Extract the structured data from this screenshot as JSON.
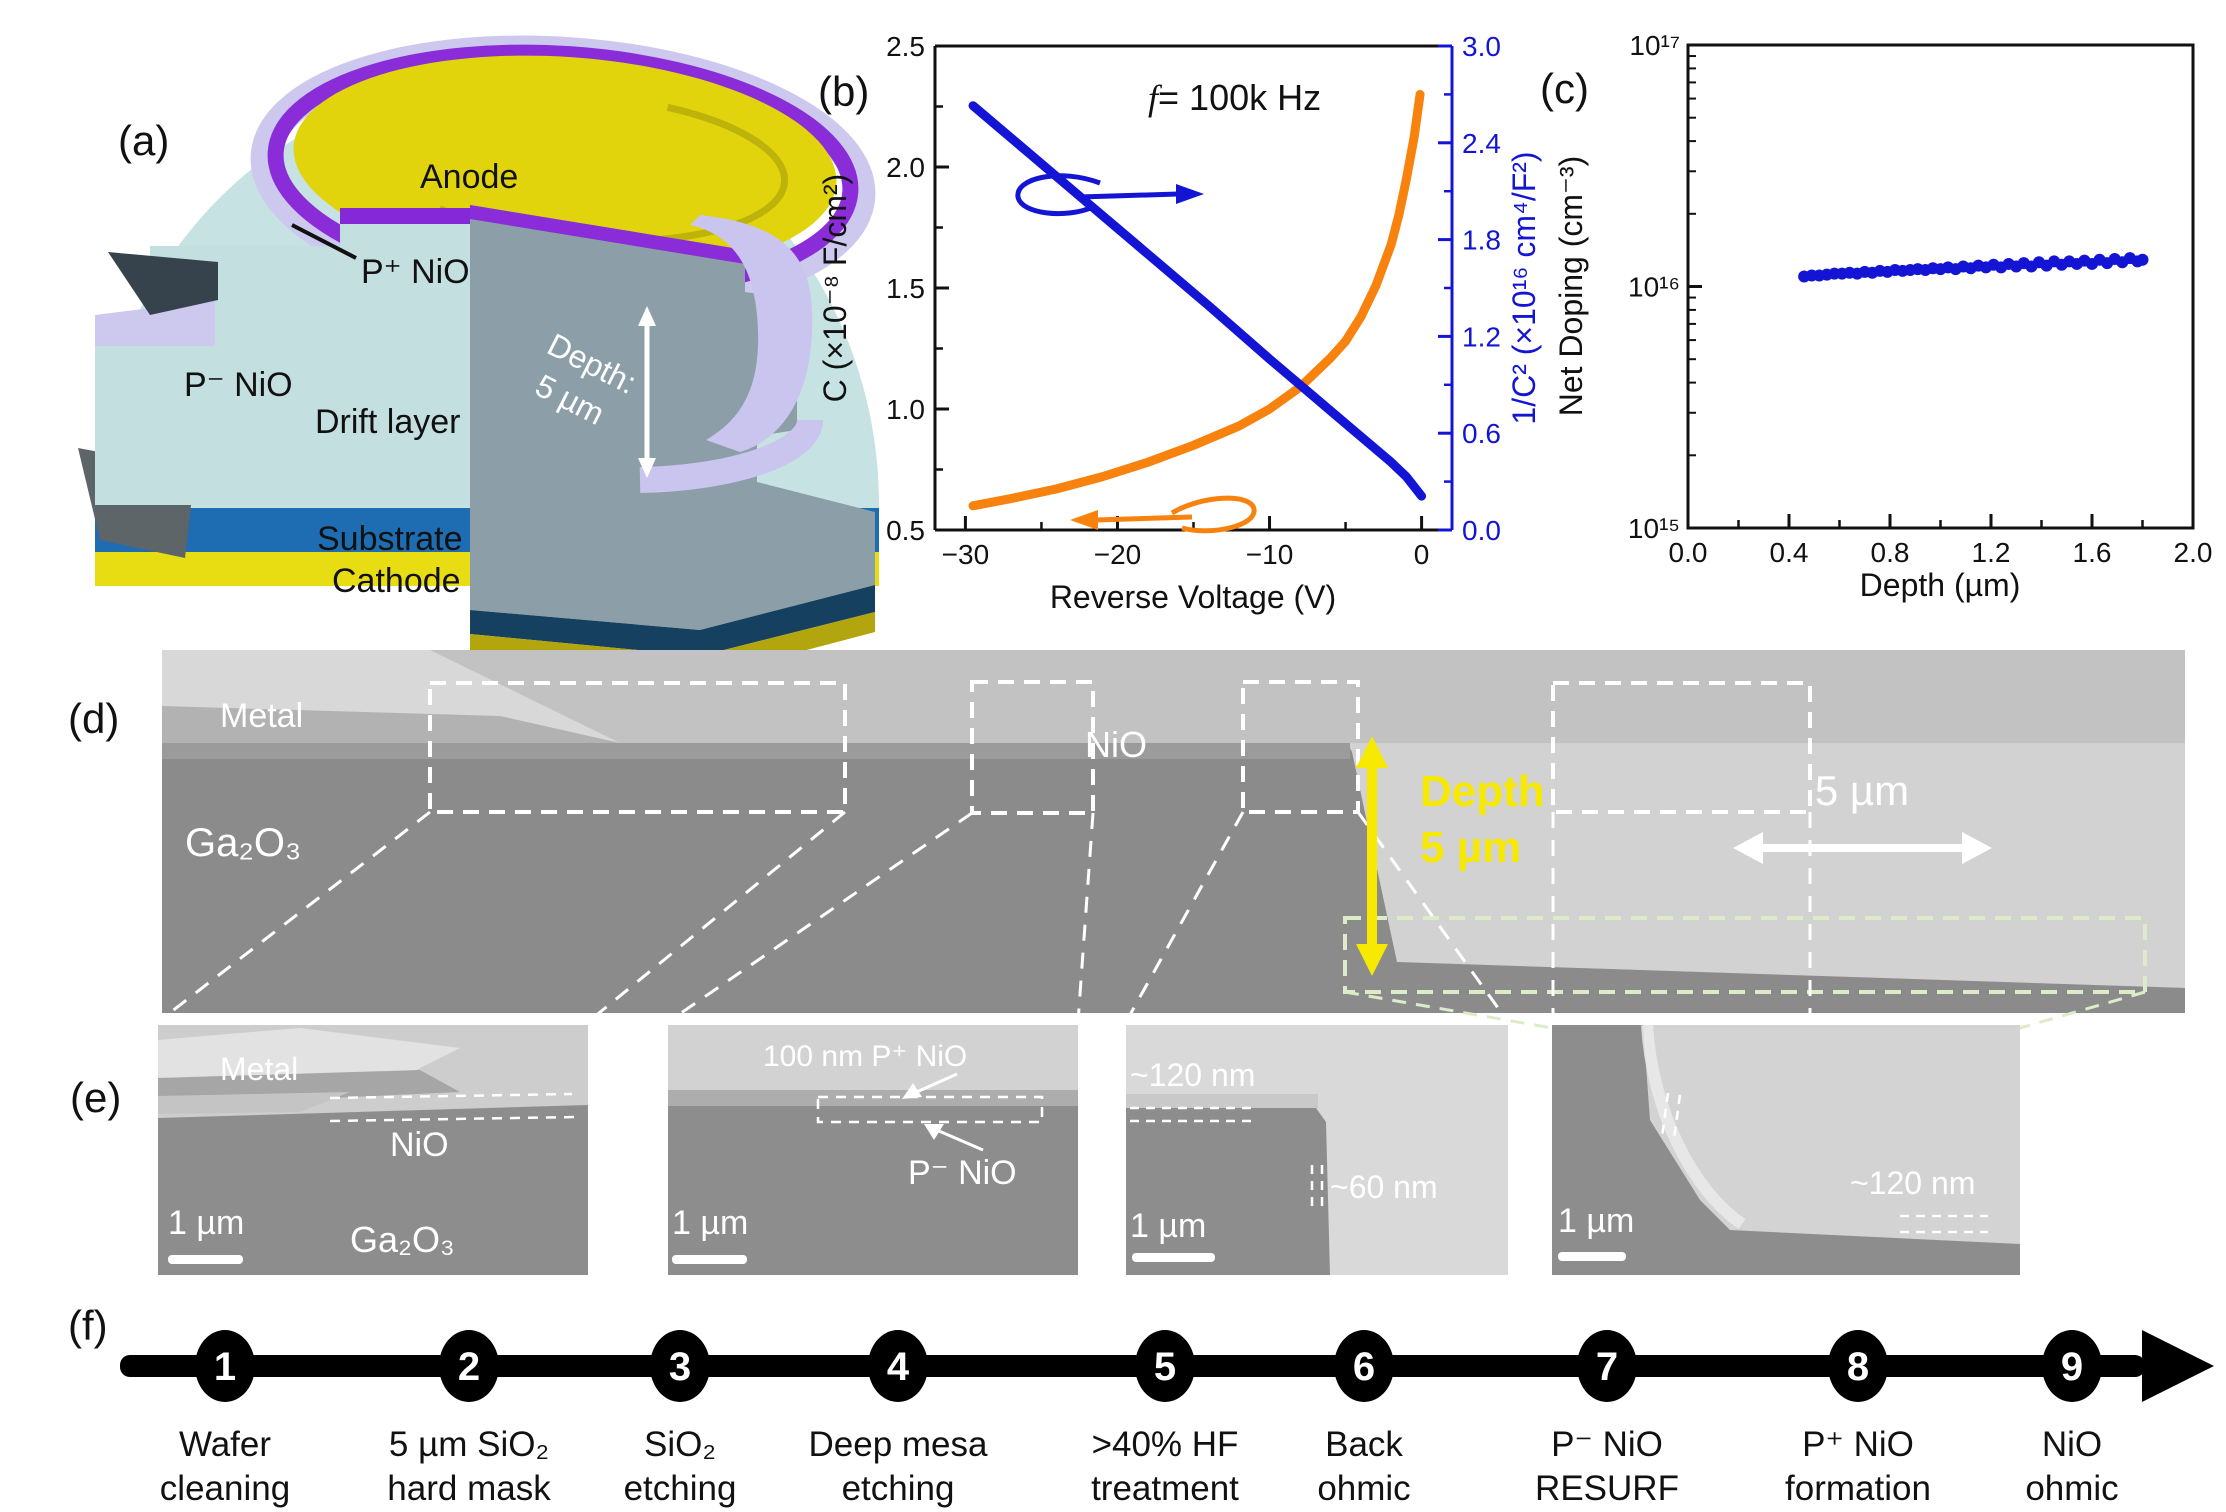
{
  "figure": {
    "panel_a": {
      "tag": "(a)",
      "labels": {
        "anode": "Anode",
        "p_plus": "P⁺ NiO",
        "p_minus": "P⁻ NiO",
        "drift": "Drift layer",
        "depth1": "Depth:",
        "depth2": "5 µm",
        "substrate": "Substrate",
        "cathode": "Cathode"
      },
      "colors": {
        "anode": "#e1d40c",
        "p_plus_nio": "#8a2dd8",
        "p_minus_nio": "#ccc8ee",
        "drift": "#c4dfe0",
        "substrate": "#1e6cb2",
        "cathode": "#e8dc12",
        "cut_face": "#8c9fa8"
      }
    },
    "panel_b": {
      "tag": "(b)"
    },
    "panel_c": {
      "tag": "(c)"
    },
    "panel_d": {
      "tag": "(d)",
      "labels": {
        "metal": "Metal",
        "nio": "NiO",
        "ga2o3": "Ga₂O₃",
        "depth1": "Depth",
        "depth2": "5 µm",
        "scale": "5 µm"
      },
      "accent_yellow": "#f7ea00"
    },
    "panel_e": {
      "tag": "(e)",
      "images": [
        {
          "metal": "Metal",
          "nio": "NiO",
          "ga2o3": "Ga₂O₃",
          "scale": "1 µm"
        },
        {
          "top": "100 nm P⁺ NiO",
          "bottom": "P⁻ NiO",
          "scale": "1 µm"
        },
        {
          "top": "~120 nm",
          "side": "~60 nm",
          "scale": "1 µm"
        },
        {
          "label": "~120 nm",
          "scale": "1 µm"
        }
      ]
    },
    "panel_f": {
      "tag": "(f)",
      "steps": [
        {
          "n": "1",
          "l1": "Wafer",
          "l2": "cleaning"
        },
        {
          "n": "2",
          "l1": "5 µm SiO₂",
          "l2": "hard mask"
        },
        {
          "n": "3",
          "l1": "SiO₂",
          "l2": "etching"
        },
        {
          "n": "4",
          "l1": "Deep mesa",
          "l2": "etching"
        },
        {
          "n": "5",
          "l1": ">40% HF",
          "l2": "treatment"
        },
        {
          "n": "6",
          "l1": "Back",
          "l2": "ohmic"
        },
        {
          "n": "7",
          "l1": "P⁻ NiO",
          "l2": "RESURF"
        },
        {
          "n": "8",
          "l1": "P⁺ NiO",
          "l2": "formation"
        },
        {
          "n": "9",
          "l1": "NiO",
          "l2": "ohmic"
        }
      ]
    }
  },
  "chart_data": [
    {
      "type": "line",
      "panel": "(b)",
      "title_f": "f",
      "title_rest": "= 100k Hz",
      "xlabel": "Reverse Voltage (V)",
      "xlim": [
        -32,
        2
      ],
      "xticks": [
        {
          "v": -30,
          "t": "−30"
        },
        {
          "v": -20,
          "t": "−20"
        },
        {
          "v": -10,
          "t": "−10"
        },
        {
          "v": 0,
          "t": "0"
        }
      ],
      "x_minor": [
        -25,
        -15,
        -5
      ],
      "left_axis": {
        "label": "C (×10⁻⁸ F/cm²)",
        "lim": [
          0.5,
          2.5
        ],
        "ticks": [
          {
            "v": 0.5,
            "t": "0.5"
          },
          {
            "v": 1.0,
            "t": "1.0"
          },
          {
            "v": 1.5,
            "t": "1.5"
          },
          {
            "v": 2.0,
            "t": "2.0"
          },
          {
            "v": 2.5,
            "t": "2.5"
          }
        ],
        "minor": [
          0.75,
          1.25,
          1.75,
          2.25
        ],
        "color": "#111111"
      },
      "right_axis": {
        "label": "1/C² (×10¹⁶ cm⁴/F²)",
        "lim": [
          0,
          3
        ],
        "ticks": [
          {
            "v": 0,
            "t": "0.0"
          },
          {
            "v": 0.6,
            "t": "0.6"
          },
          {
            "v": 1.2,
            "t": "1.2"
          },
          {
            "v": 1.8,
            "t": "1.8"
          },
          {
            "v": 2.4,
            "t": "2.4"
          },
          {
            "v": 3.0,
            "t": "3.0"
          }
        ],
        "minor": [
          0.3,
          0.9,
          1.5,
          2.1,
          2.7
        ],
        "color": "#1414d4"
      },
      "series": [
        {
          "name": "C",
          "axis": "left",
          "color": "#f8820e",
          "points": [
            [
              -29.5,
              0.6
            ],
            [
              -27,
              0.63
            ],
            [
              -24,
              0.67
            ],
            [
              -21,
              0.72
            ],
            [
              -18,
              0.78
            ],
            [
              -15,
              0.85
            ],
            [
              -12,
              0.93
            ],
            [
              -10,
              1.0
            ],
            [
              -8,
              1.09
            ],
            [
              -6,
              1.21
            ],
            [
              -5,
              1.28
            ],
            [
              -4,
              1.38
            ],
            [
              -3,
              1.51
            ],
            [
              -2,
              1.68
            ],
            [
              -1.5,
              1.8
            ],
            [
              -1,
              1.95
            ],
            [
              -0.5,
              2.12
            ],
            [
              -0.1,
              2.3
            ]
          ]
        },
        {
          "name": "1/C²",
          "axis": "right",
          "color": "#1414d4",
          "points": [
            [
              -29.5,
              2.63
            ],
            [
              -26,
              2.35
            ],
            [
              -22,
              2.03
            ],
            [
              -18,
              1.71
            ],
            [
              -14,
              1.39
            ],
            [
              -10,
              1.06
            ],
            [
              -7,
              0.82
            ],
            [
              -5,
              0.66
            ],
            [
              -3,
              0.5
            ],
            [
              -2,
              0.42
            ],
            [
              -1,
              0.33
            ],
            [
              0,
              0.21
            ]
          ]
        }
      ]
    },
    {
      "type": "scatter",
      "panel": "(c)",
      "xlabel": "Depth (µm)",
      "ylabel": "Net Doping (cm⁻³)",
      "xlim": [
        0,
        2
      ],
      "xticks": [
        {
          "v": 0,
          "t": "0.0"
        },
        {
          "v": 0.4,
          "t": "0.4"
        },
        {
          "v": 0.8,
          "t": "0.8"
        },
        {
          "v": 1.2,
          "t": "1.2"
        },
        {
          "v": 1.6,
          "t": "1.6"
        },
        {
          "v": 2.0,
          "t": "2.0"
        }
      ],
      "x_minor": [
        0.2,
        0.6,
        1.0,
        1.4,
        1.8
      ],
      "ylog": true,
      "ylim": [
        1000000000000000.0,
        1e+17
      ],
      "yticks": [
        {
          "v": 1000000000000000.0,
          "t": "10¹⁵"
        },
        {
          "v": 1e+16,
          "t": "10¹⁶"
        },
        {
          "v": 1e+17,
          "t": "10¹⁷"
        }
      ],
      "color": "#1414d4",
      "points": [
        [
          0.46,
          1.1e+16
        ],
        [
          0.49,
          1.11e+16
        ],
        [
          0.52,
          1.11e+16
        ],
        [
          0.55,
          1.12e+16
        ],
        [
          0.58,
          1.13e+16
        ],
        [
          0.61,
          1.13e+16
        ],
        [
          0.64,
          1.14e+16
        ],
        [
          0.67,
          1.13e+16
        ],
        [
          0.7,
          1.15e+16
        ],
        [
          0.73,
          1.14e+16
        ],
        [
          0.76,
          1.16e+16
        ],
        [
          0.79,
          1.15e+16
        ],
        [
          0.82,
          1.17e+16
        ],
        [
          0.85,
          1.16e+16
        ],
        [
          0.88,
          1.17e+16
        ],
        [
          0.91,
          1.18e+16
        ],
        [
          0.94,
          1.17e+16
        ],
        [
          0.97,
          1.19e+16
        ],
        [
          1.0,
          1.18e+16
        ],
        [
          1.03,
          1.2e+16
        ],
        [
          1.06,
          1.18e+16
        ],
        [
          1.09,
          1.21e+16
        ],
        [
          1.12,
          1.19e+16
        ],
        [
          1.15,
          1.22e+16
        ],
        [
          1.18,
          1.2e+16
        ],
        [
          1.21,
          1.23e+16
        ],
        [
          1.24,
          1.2e+16
        ],
        [
          1.27,
          1.24e+16
        ],
        [
          1.3,
          1.21e+16
        ],
        [
          1.33,
          1.25e+16
        ],
        [
          1.36,
          1.21e+16
        ],
        [
          1.39,
          1.26e+16
        ],
        [
          1.42,
          1.22e+16
        ],
        [
          1.45,
          1.27e+16
        ],
        [
          1.48,
          1.23e+16
        ],
        [
          1.51,
          1.27e+16
        ],
        [
          1.54,
          1.24e+16
        ],
        [
          1.57,
          1.28e+16
        ],
        [
          1.6,
          1.24e+16
        ],
        [
          1.63,
          1.29e+16
        ],
        [
          1.66,
          1.25e+16
        ],
        [
          1.69,
          1.3e+16
        ],
        [
          1.72,
          1.26e+16
        ],
        [
          1.75,
          1.31e+16
        ],
        [
          1.78,
          1.27e+16
        ],
        [
          1.8,
          1.29e+16
        ]
      ]
    }
  ]
}
